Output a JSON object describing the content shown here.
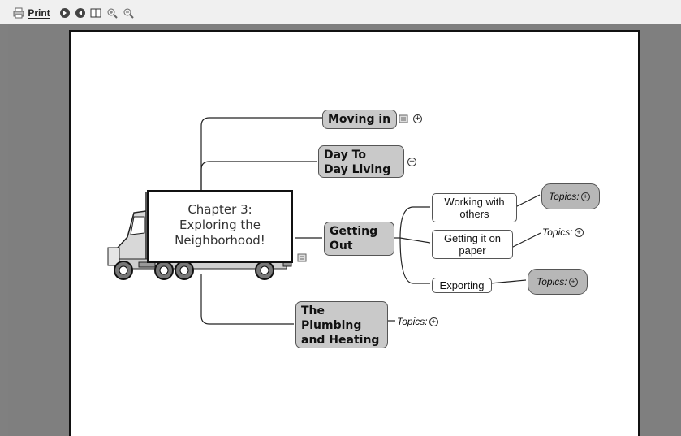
{
  "toolbar": {
    "print_label": "Print",
    "buttons": [
      "print-icon",
      "forward-icon",
      "back-icon",
      "fit-page-icon",
      "zoom-in-icon",
      "zoom-out-icon"
    ]
  },
  "mindmap": {
    "central_topic": {
      "line1": "Chapter 3:",
      "line2": "Exploring the",
      "line3": "Neighborhood!"
    },
    "main_topics": [
      {
        "line1": "Moving in",
        "line2": ""
      },
      {
        "line1": "Day To",
        "line2": "Day Living"
      },
      {
        "line1": "Getting",
        "line2": "Out"
      },
      {
        "line1": "The",
        "line2": "Plumbing",
        "line3": "and Heating"
      }
    ],
    "sub_topics": [
      {
        "line1": "Working with",
        "line2": "others"
      },
      {
        "line1": "Getting it on",
        "line2": "paper"
      },
      {
        "line1": "Exporting",
        "line2": ""
      }
    ],
    "topics_label": "Topics:",
    "plus_symbol": "+"
  },
  "colors": {
    "main_topic_fill": "#c9c9c9",
    "pill_fill": "#b7b7b7",
    "background": "#808080",
    "page": "#ffffff"
  }
}
